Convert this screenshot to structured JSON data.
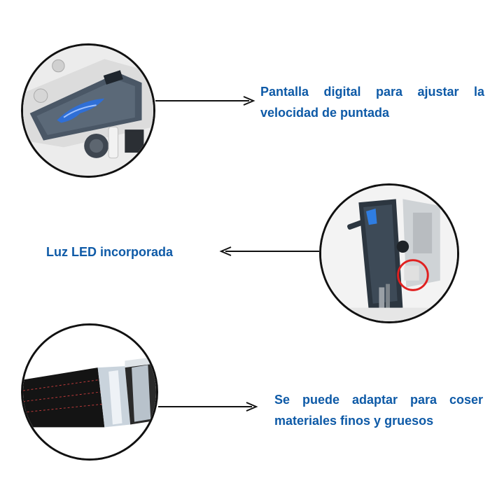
{
  "colors": {
    "text_blue": "#0e5aa7",
    "outline": "#111111",
    "highlight_red": "#e02020"
  },
  "features": [
    {
      "icon": "digital-display-closeup-image",
      "text": "Pantalla digital para ajustar la velocidad de puntada"
    },
    {
      "icon": "led-light-closeup-image",
      "text": "Luz LED incorporada"
    },
    {
      "icon": "fabric-stitching-closeup-image",
      "text": "Se puede adaptar para coser materiales finos y gruesos"
    }
  ]
}
